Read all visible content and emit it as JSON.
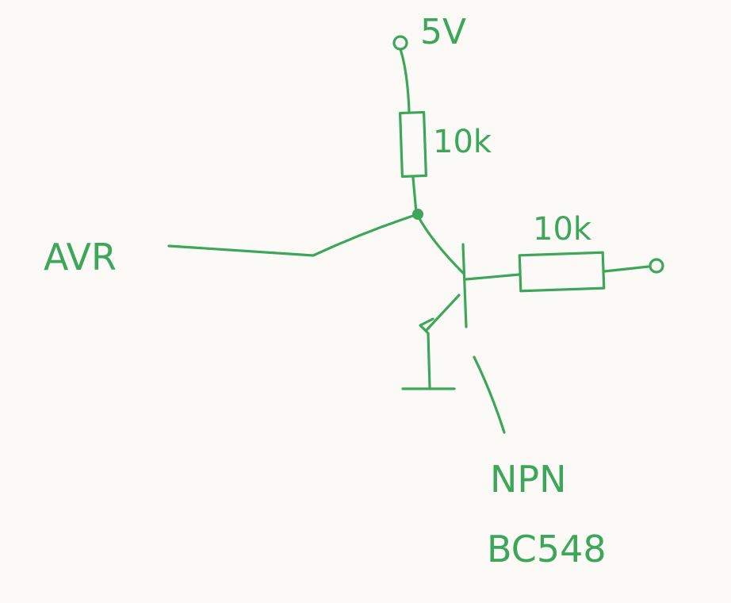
{
  "diagram": {
    "ink_color": "#3ea65a",
    "paper_color": "#fbfaf6",
    "labels": {
      "supply": "5V",
      "collector_resistor": "10k",
      "input": "AVR",
      "base_resistor": "10k",
      "transistor_type": "NPN",
      "transistor_part": "BC548"
    }
  }
}
